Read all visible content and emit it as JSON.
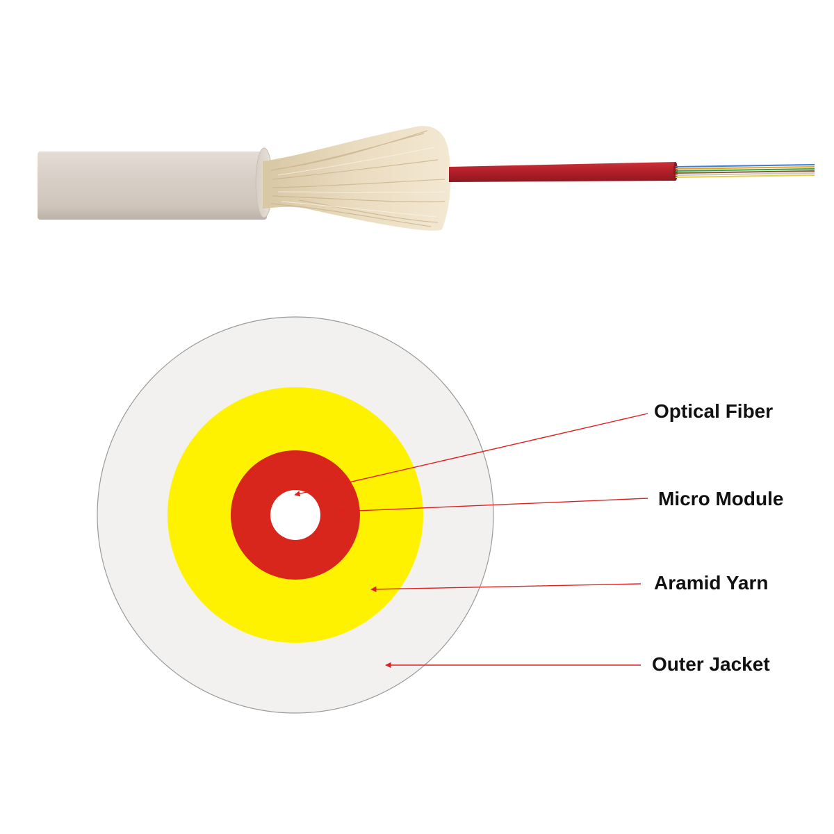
{
  "colors": {
    "background": "#ffffff",
    "outer_jacket": "#f2f1f0",
    "aramid_yarn": "#fff200",
    "micro_module": "#d8261c",
    "optical_fiber": "#ffffff",
    "arrow": "#e02020",
    "cable_jacket_photo": "#d9d1c8",
    "yarn_photo": "#eadcc0",
    "module_photo": "#b8202a"
  },
  "layers": [
    {
      "key": "optical_fiber",
      "label": "Optical Fiber"
    },
    {
      "key": "micro_module",
      "label": "Micro Module"
    },
    {
      "key": "aramid_yarn",
      "label": "Aramid Yarn"
    },
    {
      "key": "outer_jacket",
      "label": "Outer Jacket"
    }
  ]
}
